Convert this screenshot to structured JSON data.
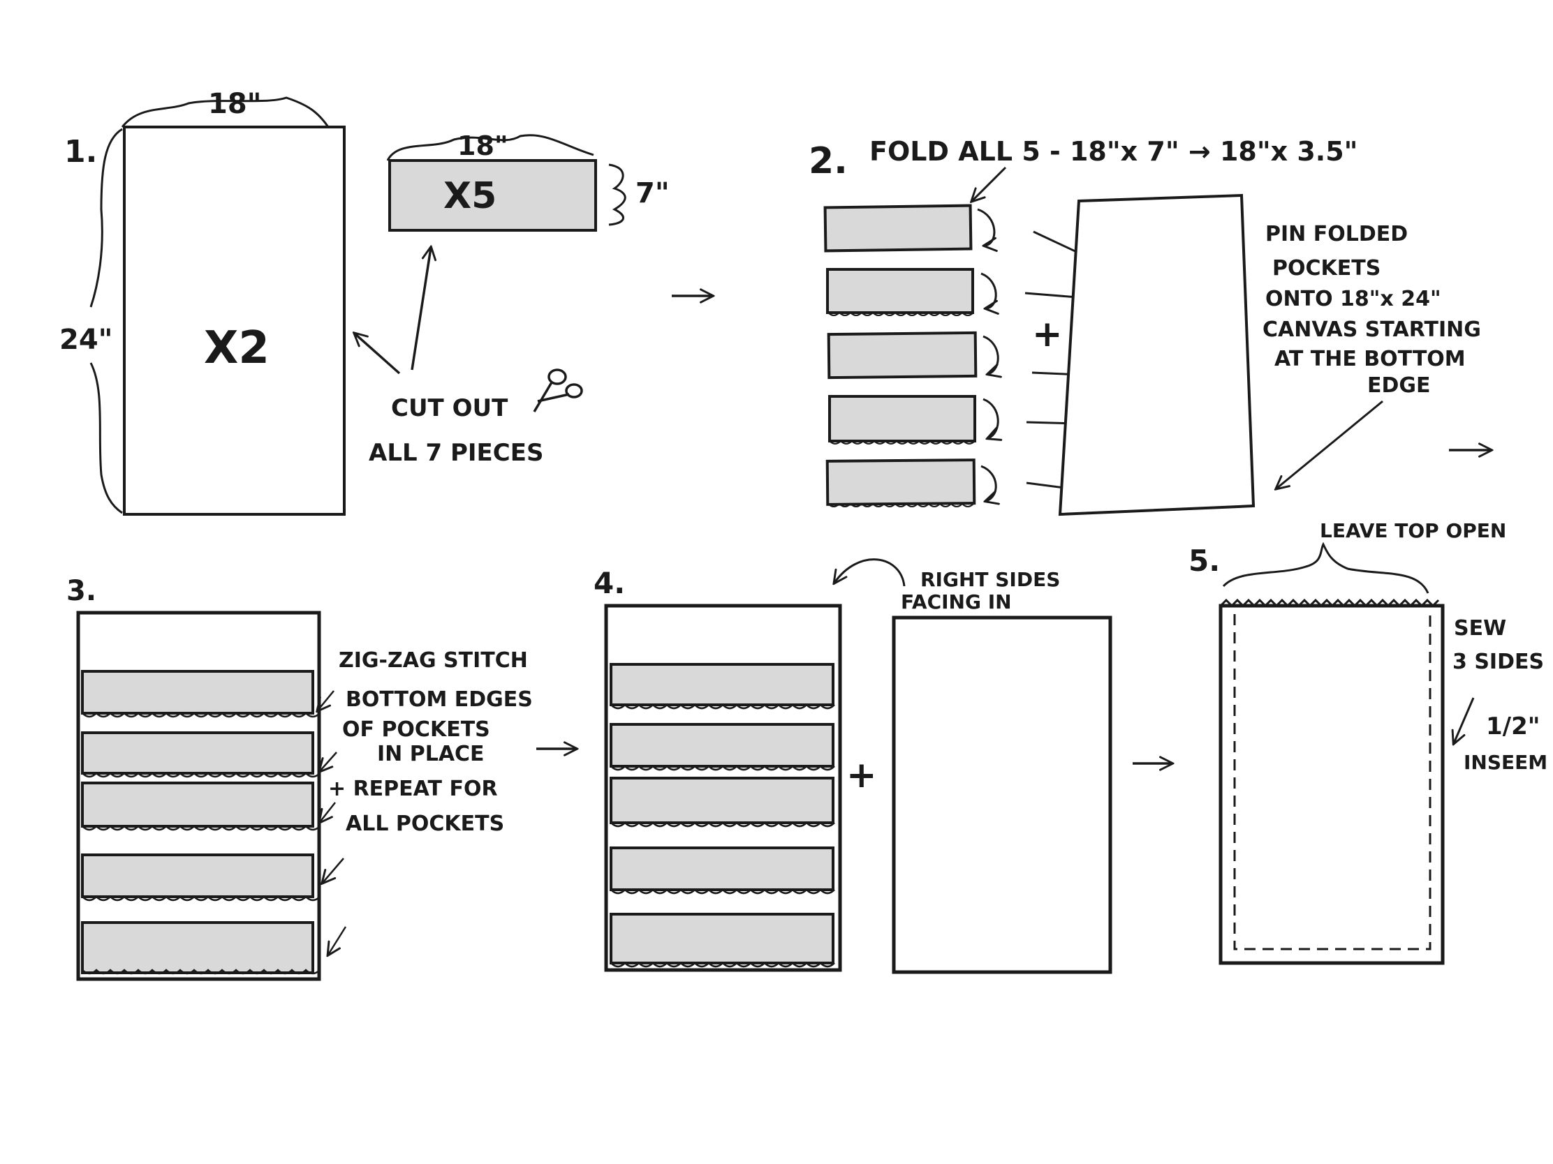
{
  "step1": {
    "number": "1.",
    "canvas_width": "18\"",
    "canvas_height": "24\"",
    "canvas_qty": "X2",
    "pocket_width": "18\"",
    "pocket_height": "7\"",
    "pocket_qty": "X5",
    "cut_line1": "CUT OUT",
    "cut_line2": "ALL 7 PIECES"
  },
  "step2": {
    "number": "2.",
    "fold_text": "FOLD ALL 5 - 18\"x 7\" → 18\"x 3.5\"",
    "plus": "+",
    "pin_lines": [
      "PIN FOLDED",
      "POCKETS",
      "ONTO 18\"x 24\"",
      "CANVAS STARTING",
      "AT THE BOTTOM",
      "EDGE"
    ]
  },
  "step3": {
    "number": "3.",
    "note_lines": [
      "ZIG-ZAG STITCH",
      "BOTTOM EDGES",
      "OF POCKETS",
      "IN PLACE",
      "+ REPEAT FOR",
      "ALL POCKETS"
    ]
  },
  "step4": {
    "number": "4.",
    "plus": "+",
    "note_lines": [
      "RIGHT SIDES",
      "FACING IN"
    ]
  },
  "step5": {
    "number": "5.",
    "top_note": "LEAVE TOP OPEN",
    "sew_lines": [
      "SEW",
      "3 SIDES"
    ],
    "inseam_lines": [
      "1/2\"",
      "INSEEM"
    ]
  },
  "colors": {
    "ink": "#1a1a1a",
    "pocket_fill": "#d9d9d9",
    "paper": "#ffffff"
  }
}
